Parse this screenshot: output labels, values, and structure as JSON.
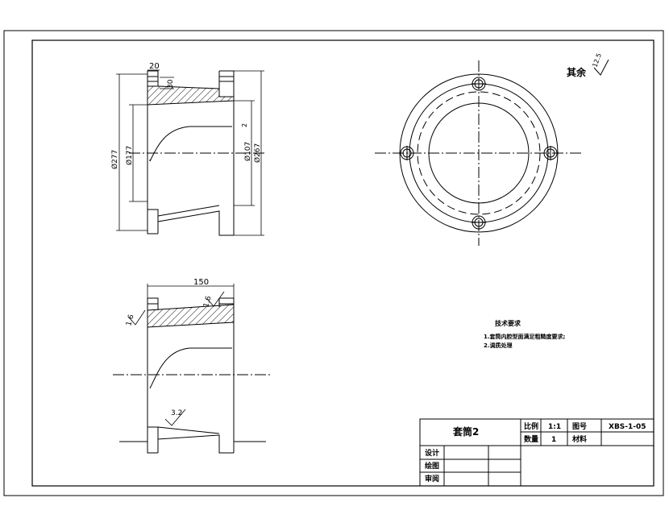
{
  "drawing": {
    "top_view": {
      "dim_flange_width": "20",
      "dim_slot": "30",
      "dim_outer_dia": "Ø277",
      "dim_bore_dia": "Ø177",
      "dim_right_dia1": "Ø107",
      "dim_right_dia2": "Ø267",
      "small_note": "2"
    },
    "bottom_view": {
      "dim_length": "150",
      "rough_1": "1.6",
      "rough_2": "1.6",
      "rough_3": "3.2"
    },
    "surface_note": {
      "label": "其余",
      "value": "12.5"
    },
    "tech_req": {
      "title": "技术要求",
      "line1": "1.套筒内腔型面满足粗糙度要求;",
      "line2": "2.调质处理"
    },
    "title_block": {
      "part_name": "套筒2",
      "scale_label": "比例",
      "scale_value": "1:1",
      "drawing_no_label": "图号",
      "drawing_no_value": "XBS-1-05",
      "qty_label": "数量",
      "qty_value": "1",
      "material_label": "材料",
      "design_label": "设计",
      "draw_label": "绘图",
      "review_label": "审阅"
    }
  }
}
